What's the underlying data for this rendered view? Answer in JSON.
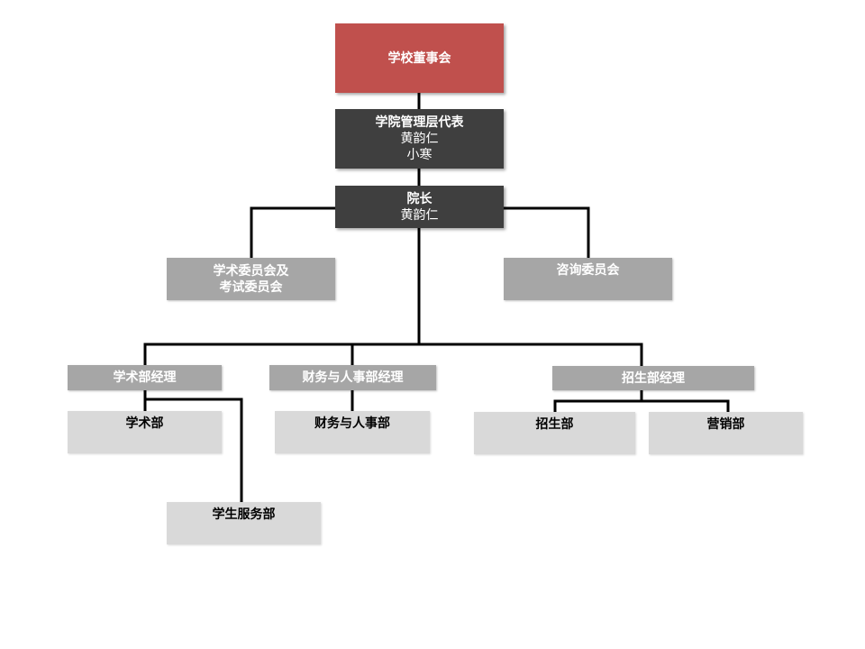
{
  "org_chart": {
    "board": {
      "title": "学校董事会"
    },
    "management_rep": {
      "title": "学院管理层代表",
      "names": [
        "黄韵仁",
        "小寒"
      ]
    },
    "dean": {
      "title": "院长",
      "name": "黄韵仁"
    },
    "committees": {
      "academic_exam": {
        "line1": "学术委员会及",
        "line2": "考试委员会"
      },
      "advisory": {
        "title": "咨询委员会"
      }
    },
    "managers": {
      "academic": {
        "title": "学术部经理"
      },
      "finance_hr": {
        "title": "财务与人事部经理"
      },
      "admissions": {
        "title": "招生部经理"
      }
    },
    "departments": {
      "academic": {
        "title": "学术部"
      },
      "student_services": {
        "title": "学生服务部"
      },
      "finance_hr": {
        "title": "财务与人事部"
      },
      "admissions": {
        "title": "招生部"
      },
      "marketing": {
        "title": "营销部"
      }
    },
    "colors": {
      "board": "#c0504d",
      "leadership": "#3f3f3f",
      "mid_level": "#a6a6a6",
      "department": "#d9d9d9",
      "connector": "#000000"
    }
  }
}
